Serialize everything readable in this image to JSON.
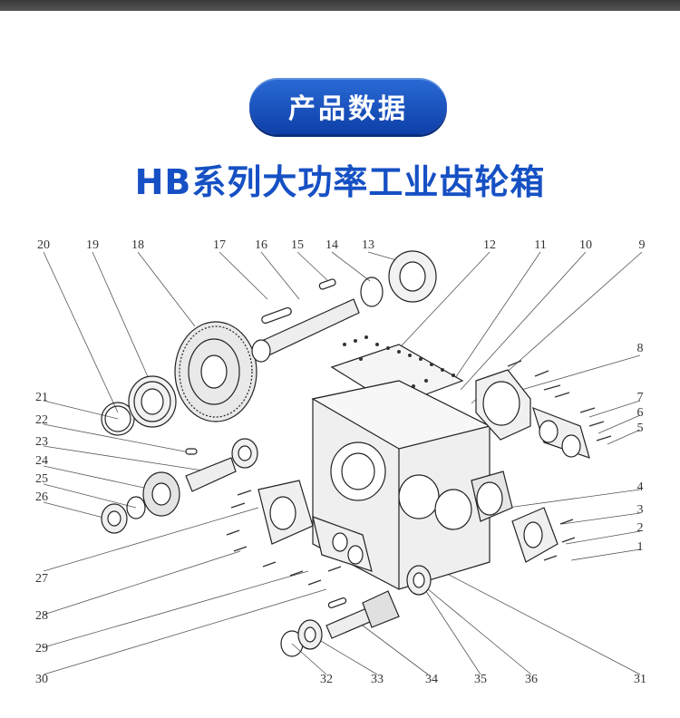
{
  "header": {
    "badge": "产品数据",
    "title": "HB系列大功率工业齿轮箱"
  },
  "callouts": [
    "1",
    "2",
    "3",
    "4",
    "5",
    "6",
    "7",
    "8",
    "9",
    "10",
    "11",
    "12",
    "13",
    "14",
    "15",
    "16",
    "17",
    "18",
    "19",
    "20",
    "21",
    "22",
    "23",
    "24",
    "25",
    "26",
    "27",
    "28",
    "29",
    "30",
    "31",
    "32",
    "33",
    "34",
    "35",
    "36"
  ]
}
